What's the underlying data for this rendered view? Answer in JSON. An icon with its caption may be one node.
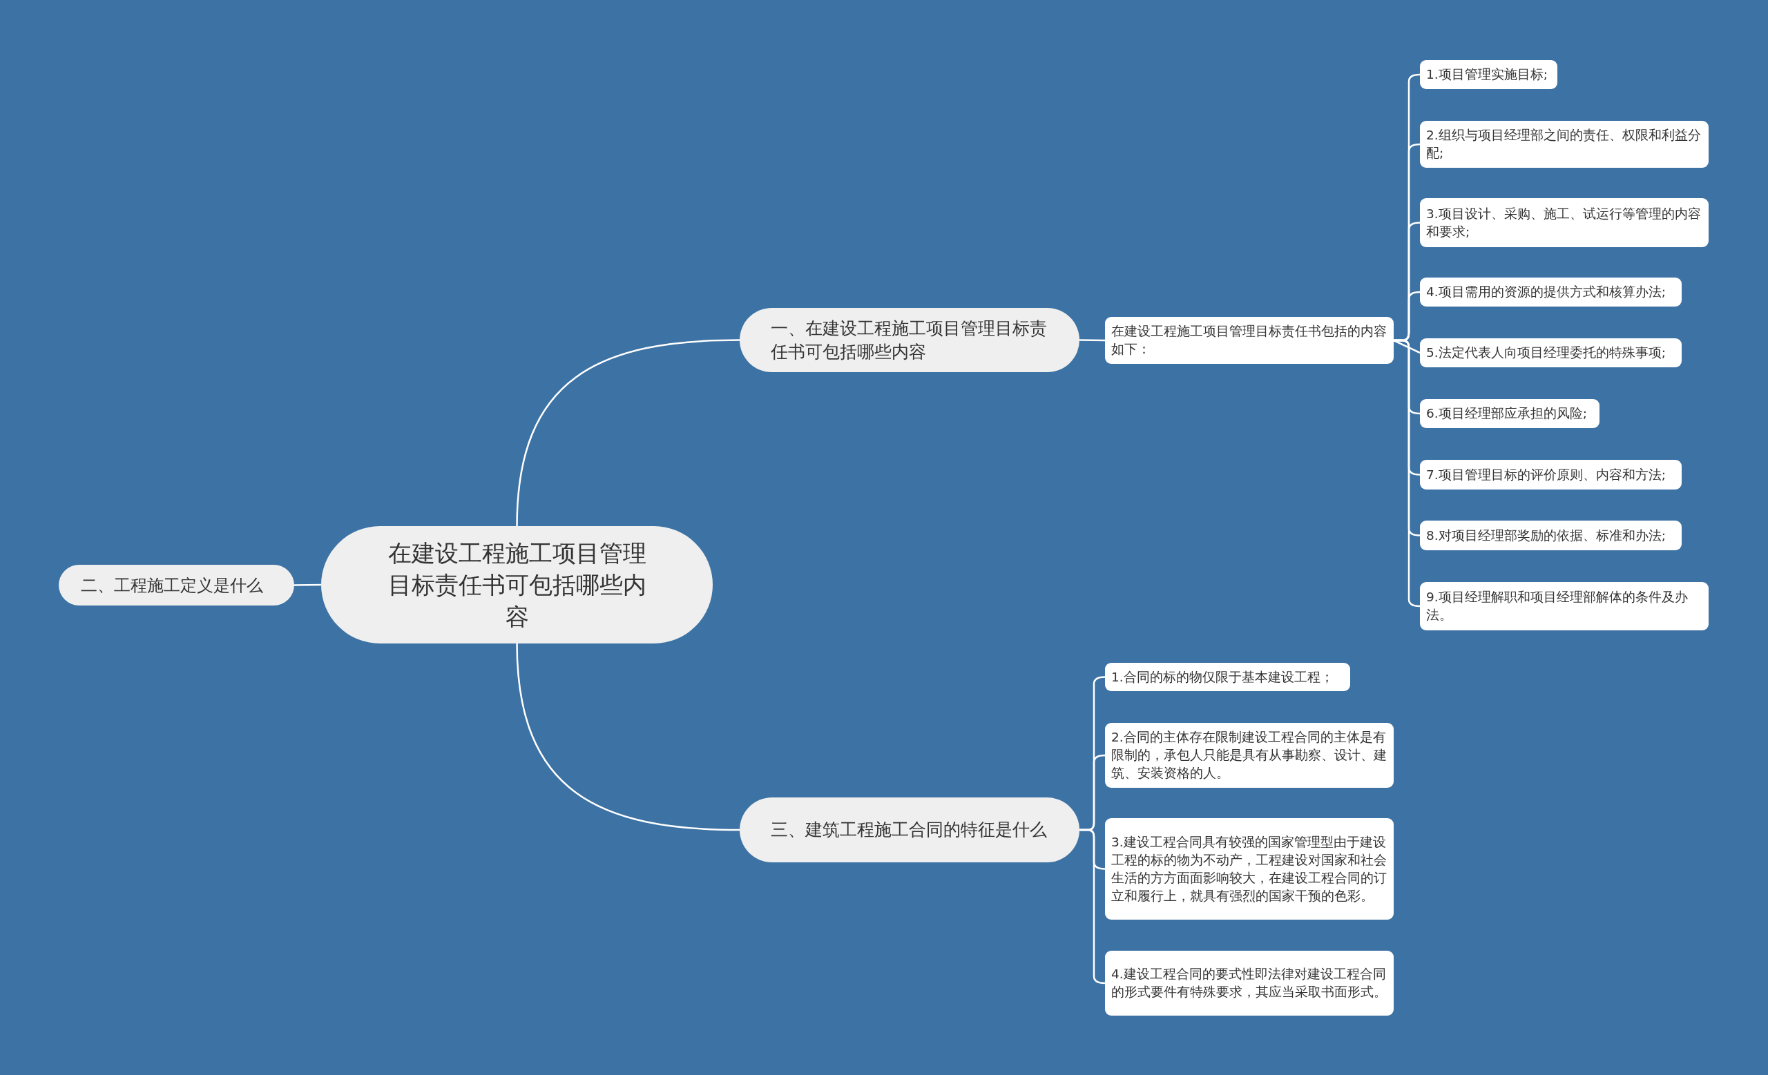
{
  "diagram": {
    "nodes": [
      {
        "text": [
          "在建设工程施工项目管理目标责任书可包括哪些内容"
        ]
      },
      {
        "text": [
          "一、在建设工程施工项目管理目标责任书可包括哪些内容"
        ]
      },
      {
        "text": [
          "在建设工程施工项目管理目标责任书包括的内容如下："
        ]
      },
      {
        "text": [
          "1.项目管理实施目标;"
        ]
      },
      {
        "text": [
          "2.组织与项目经理部之间的责任、权限和利益分配;"
        ]
      },
      {
        "text": [
          "3.项目设计、采购、施工、试运行等管理的内容和要求;"
        ]
      },
      {
        "text": [
          "4.项目需用的资源的提供方式和核算办法;"
        ]
      },
      {
        "text": [
          "5.法定代表人向项目经理委托的特殊事项;"
        ]
      },
      {
        "text": [
          "6.项目经理部应承担的风险;"
        ]
      },
      {
        "text": [
          "7.项目管理目标的评价原则、内容和方法;"
        ]
      },
      {
        "text": [
          "8.对项目经理部奖励的依据、标准和办法;"
        ]
      },
      {
        "text": [
          "9.项目经理解职和项目经理部解体的条件及办法。"
        ]
      },
      {
        "text": [
          "二、工程施工定义是什么"
        ]
      },
      {
        "text": [
          "三、建筑工程施工合同的特征是什么"
        ]
      },
      {
        "text": [
          "1.合同的标的物仅限于基本建设工程；"
        ]
      },
      {
        "text": [
          "2.合同的主体存在限制建设工程合同的主体是有限制的，承包人只能是具有从事勘察、设计、建筑、安装资格的人。"
        ]
      },
      {
        "text": [
          "3.建设工程合同具有较强的国家管理型由于建设工程的标的物为不动产，工程建设对国家和社会生活的方方面面影响较大，在建设工程合同的订立和履行上，就具有强烈的国家干预的色彩。"
        ]
      },
      {
        "text": [
          "4.建设工程合同的要式性即法律对建设工程合同的形式要件有特殊要求，其应当采取书面形式。"
        ]
      }
    ],
    "edges": [
      {
        "from": 0,
        "to": 1,
        "arrow": "none"
      },
      {
        "from": 1,
        "to": 2,
        "arrow": "none"
      },
      {
        "from": 2,
        "to": 3,
        "arrow": "none"
      },
      {
        "from": 2,
        "to": 4,
        "arrow": "none"
      },
      {
        "from": 2,
        "to": 5,
        "arrow": "none"
      },
      {
        "from": 2,
        "to": 6,
        "arrow": "none"
      },
      {
        "from": 2,
        "to": 7,
        "arrow": "none"
      },
      {
        "from": 2,
        "to": 8,
        "arrow": "none"
      },
      {
        "from": 2,
        "to": 9,
        "arrow": "none"
      },
      {
        "from": 2,
        "to": 10,
        "arrow": "none"
      },
      {
        "from": 2,
        "to": 11,
        "arrow": "none"
      },
      {
        "from": 0,
        "to": 12,
        "arrow": "none"
      },
      {
        "from": 0,
        "to": 13,
        "arrow": "none"
      },
      {
        "from": 13,
        "to": 14,
        "arrow": "none"
      },
      {
        "from": 13,
        "to": 15,
        "arrow": "none"
      },
      {
        "from": 13,
        "to": 16,
        "arrow": "none"
      },
      {
        "from": 13,
        "to": 17,
        "arrow": "none"
      }
    ]
  }
}
